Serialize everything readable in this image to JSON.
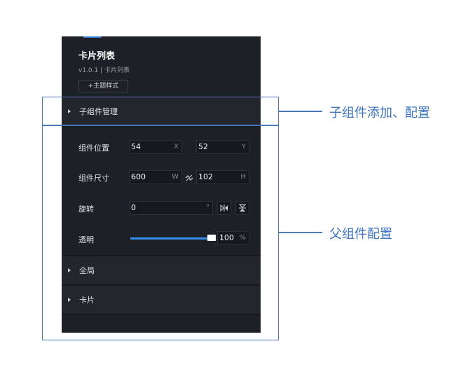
{
  "panel": {
    "title": "卡片列表",
    "version": "v1.0.1 | 卡片列表",
    "theme_button": "+主题样式",
    "child_section": "子组件管理",
    "position_label": "组件位置",
    "pos_x": "54",
    "pos_x_unit": "X",
    "pos_y": "52",
    "pos_y_unit": "Y",
    "size_label": "组件尺寸",
    "width": "600",
    "width_unit": "W",
    "height": "102",
    "height_unit": "H",
    "rotate_label": "旋转",
    "rotate_value": "0",
    "rotate_unit": "°",
    "opacity_label": "透明",
    "opacity_value": "100",
    "opacity_unit": "%",
    "opacity_level": 100,
    "global_section": "全局",
    "card_section": "卡片"
  },
  "annotations": {
    "child": "子组件添加、配置",
    "parent": "父组件配置"
  },
  "colors": {
    "panel_bg": "#1d2026",
    "accent": "#3a8ee6",
    "annotation": "#4a78b8"
  },
  "icons": [
    "chain-broken-icon",
    "flip-horizontal-icon",
    "flip-vertical-icon",
    "caret-right-icon"
  ]
}
